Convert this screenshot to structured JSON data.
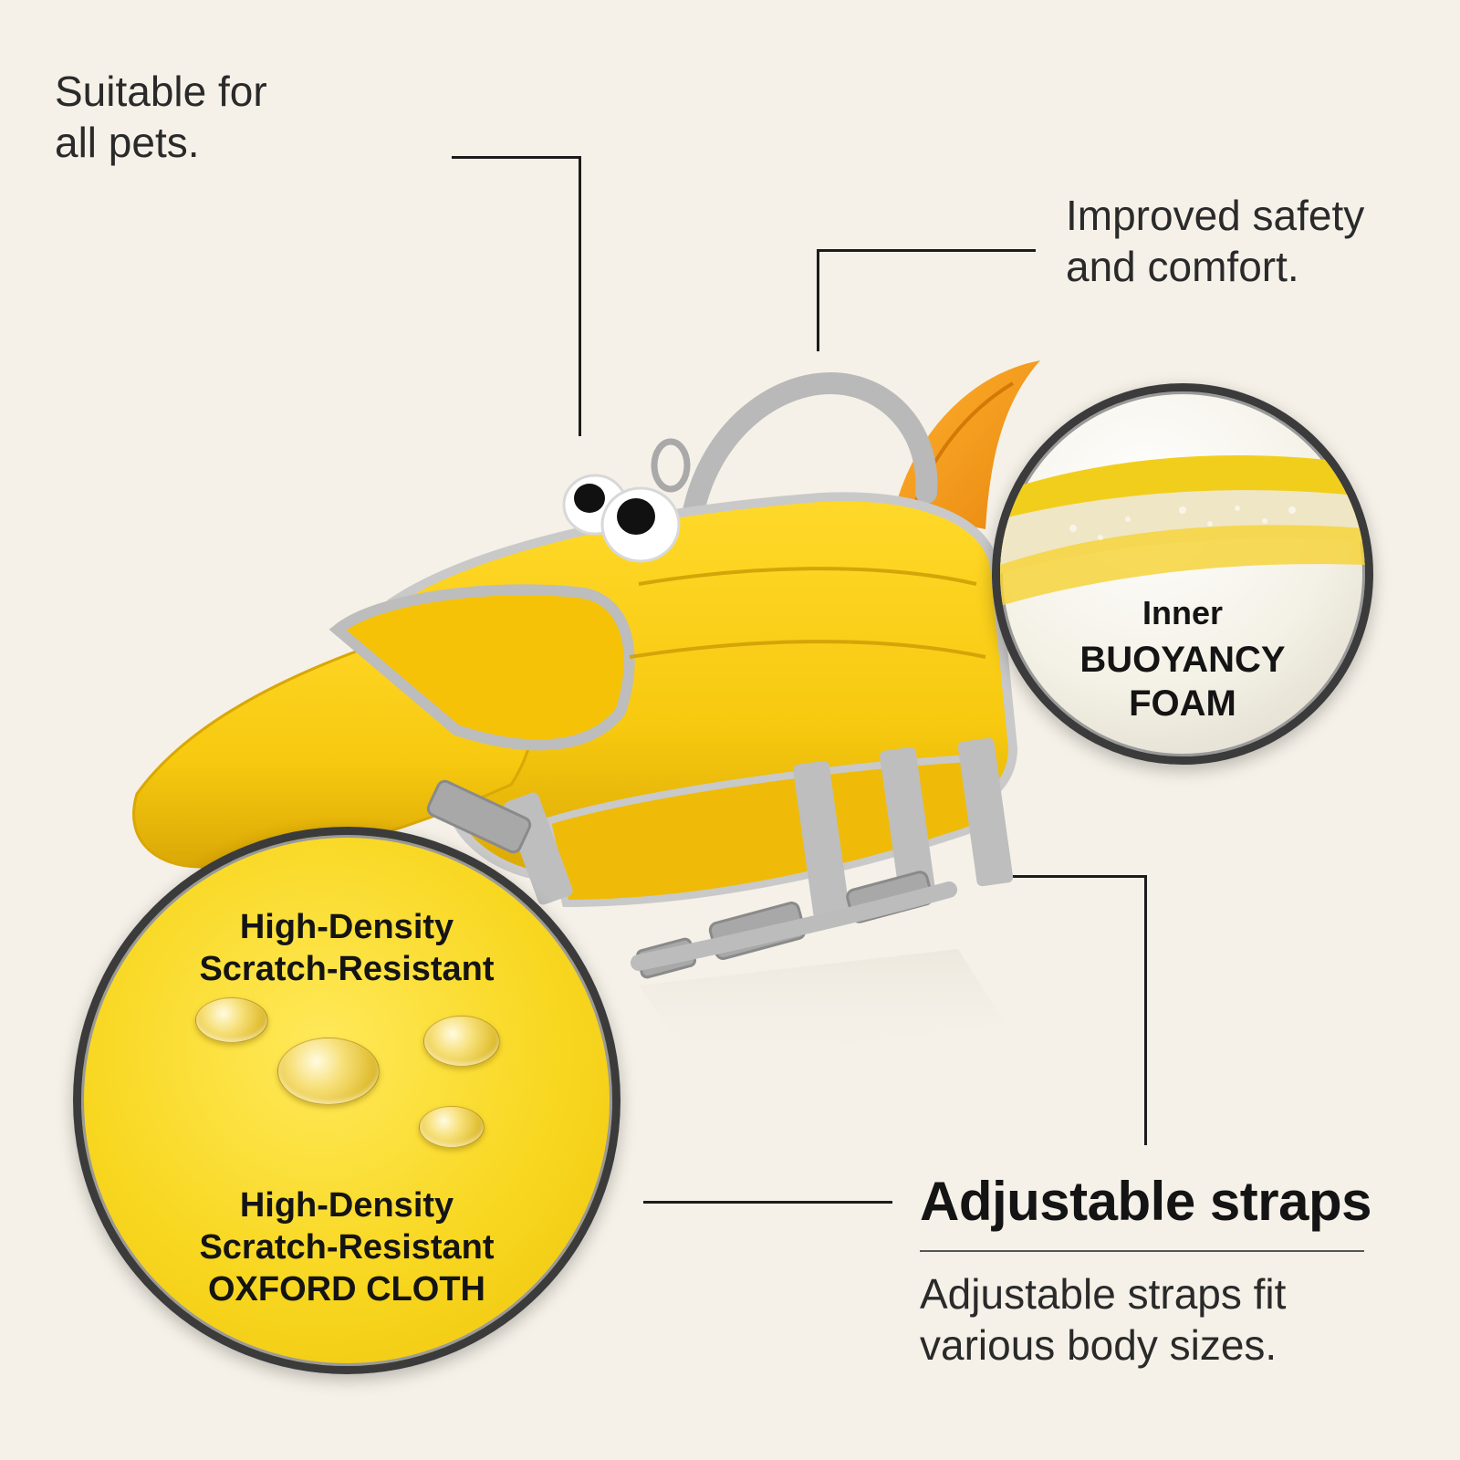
{
  "features": {
    "top_left": [
      "Suitable for",
      "all pets."
    ],
    "top_right": [
      "Improved safety",
      "and comfort."
    ]
  },
  "foam_callout": {
    "line1": "Inner",
    "line2": "BUOYANCY",
    "line3": "FOAM"
  },
  "cloth_callout": {
    "top_line1": "High-Density",
    "top_line2": "Scratch-Resistant",
    "bottom_line1": "High-Density",
    "bottom_line2": "Scratch-Resistant",
    "bottom_line3": "OXFORD CLOTH"
  },
  "straps": {
    "heading": "Adjustable straps",
    "description": [
      "Adjustable straps fit",
      "various body sizes."
    ]
  },
  "colors": {
    "background": "#f5f1e8",
    "vest_yellow": "#f7c90f",
    "fin_orange": "#f29a1a",
    "strap_gray": "#b9b9b9"
  }
}
